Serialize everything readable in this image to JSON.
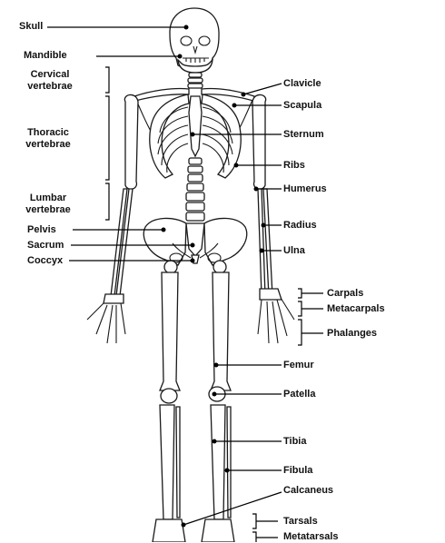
{
  "labels": {
    "skull": "Skull",
    "mandible": "Mandible",
    "cervical": [
      "Cervical",
      "vertebrae"
    ],
    "thoracic": [
      "Thoracic",
      "vertebrae"
    ],
    "lumbar": [
      "Lumbar",
      "vertebrae"
    ],
    "pelvis": "Pelvis",
    "sacrum": "Sacrum",
    "coccyx": "Coccyx",
    "clavicle": "Clavicle",
    "scapula": "Scapula",
    "sternum": "Sternum",
    "ribs": "Ribs",
    "humerus": "Humerus",
    "radius": "Radius",
    "ulna": "Ulna",
    "carpals": "Carpals",
    "metacarpals": "Metacarpals",
    "phalanges": "Phalanges",
    "femur": "Femur",
    "patella": "Patella",
    "tibia": "Tibia",
    "fibula": "Fibula",
    "calcaneus": "Calcaneus",
    "tarsals": "Tarsals",
    "metatarsals": "Metatarsals"
  }
}
